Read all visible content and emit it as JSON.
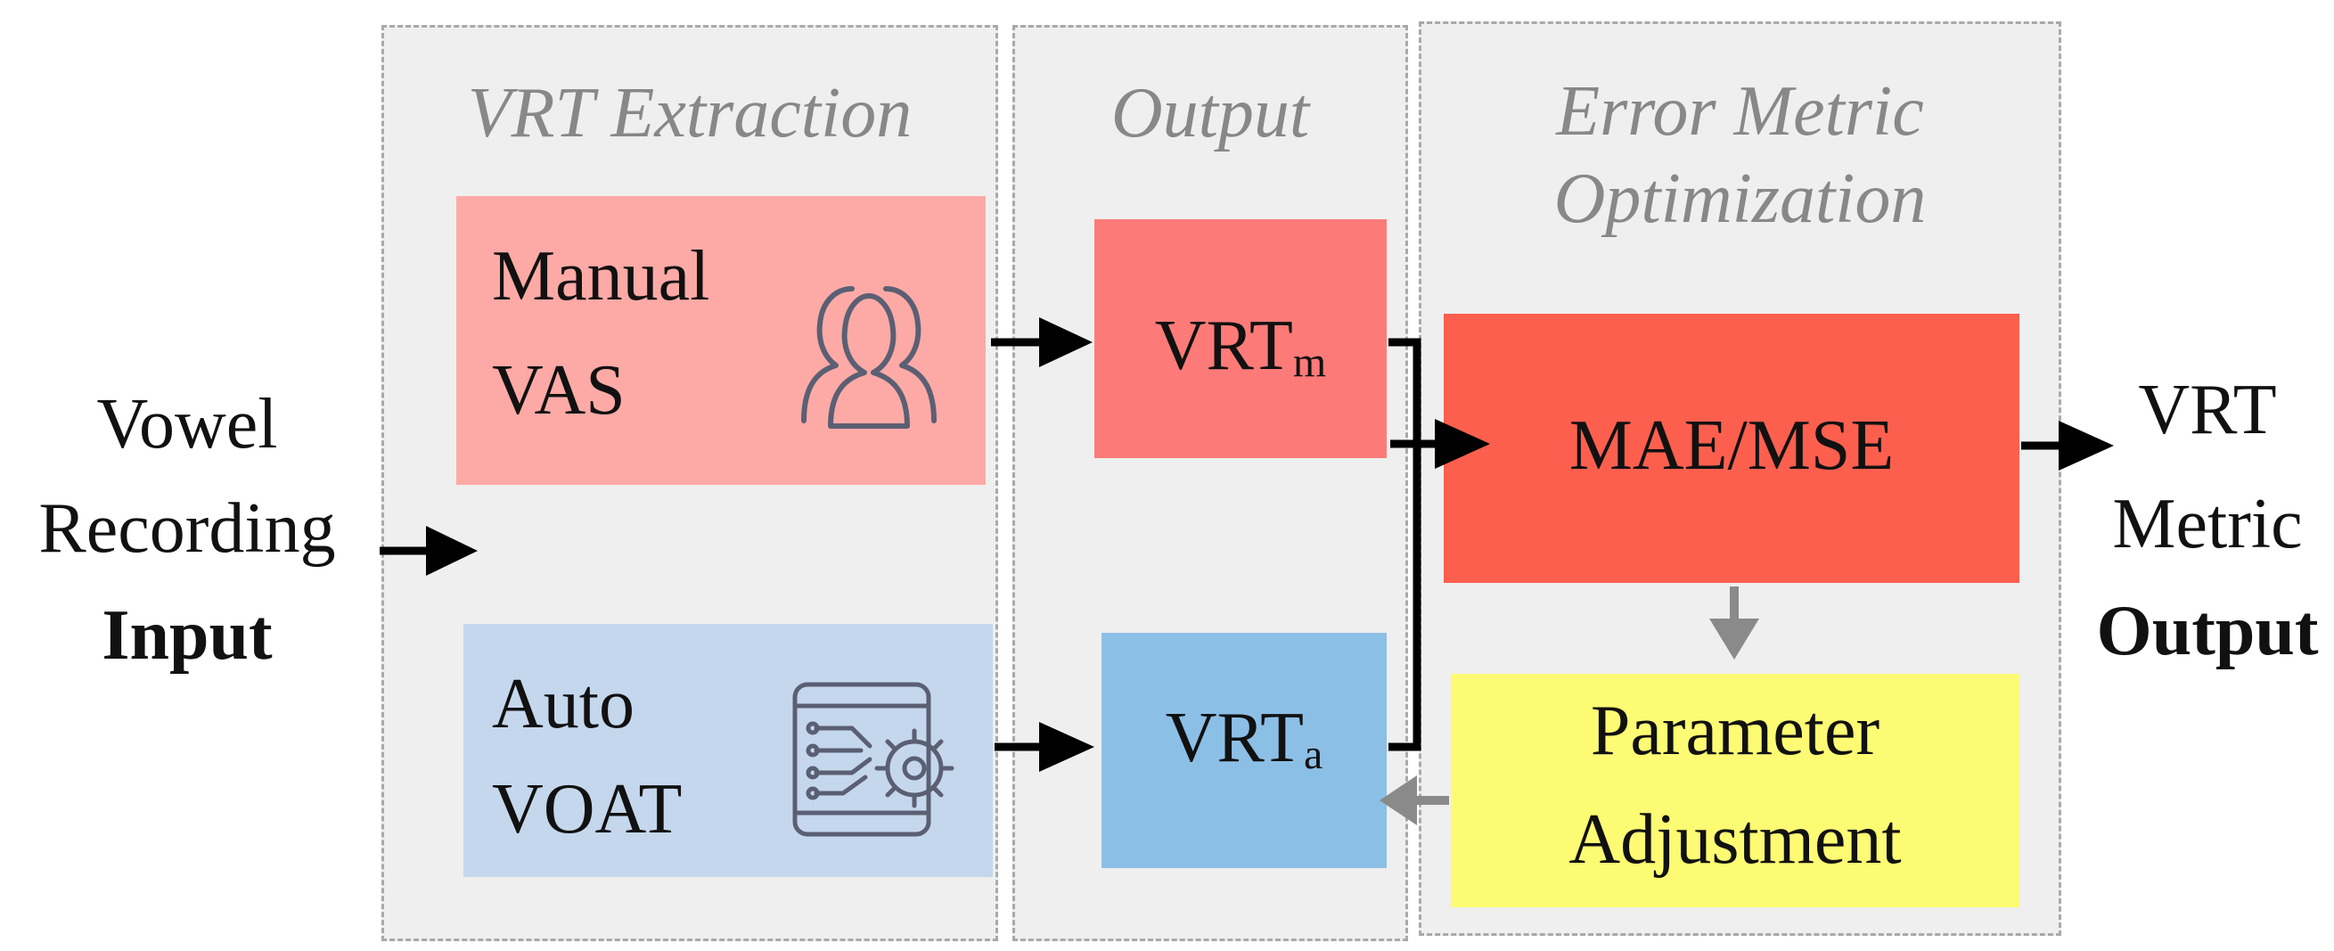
{
  "panels": {
    "extraction_title": "VRT Extraction",
    "output_title": "Output",
    "error_title_line1": "Error Metric",
    "error_title_line2": "Optimization"
  },
  "input": {
    "line1": "Vowel",
    "line2": "Recording",
    "label": "Input"
  },
  "manual": {
    "line1": "Manual",
    "line2": "VAS",
    "icon": "users-icon"
  },
  "auto": {
    "line1": "Auto",
    "line2": "VOAT",
    "icon": "chip-gear-icon"
  },
  "vrt_m": {
    "main": "VRT",
    "sub": "m"
  },
  "vrt_a": {
    "main": "VRT",
    "sub": "a"
  },
  "metric_box": "MAE/MSE",
  "param_box": {
    "line1": "Parameter",
    "line2": "Adjustment"
  },
  "output": {
    "line1": "VRT",
    "line2": "Metric",
    "label": "Output"
  },
  "colors": {
    "manual": "#fdaaa6",
    "auto": "#c5d7ec",
    "vrt_m": "#fc7b78",
    "vrt_a": "#8cbfe6",
    "metric": "#fd5f4e",
    "param": "#fdfb73",
    "feedback_arrow": "#8a8a8a"
  }
}
